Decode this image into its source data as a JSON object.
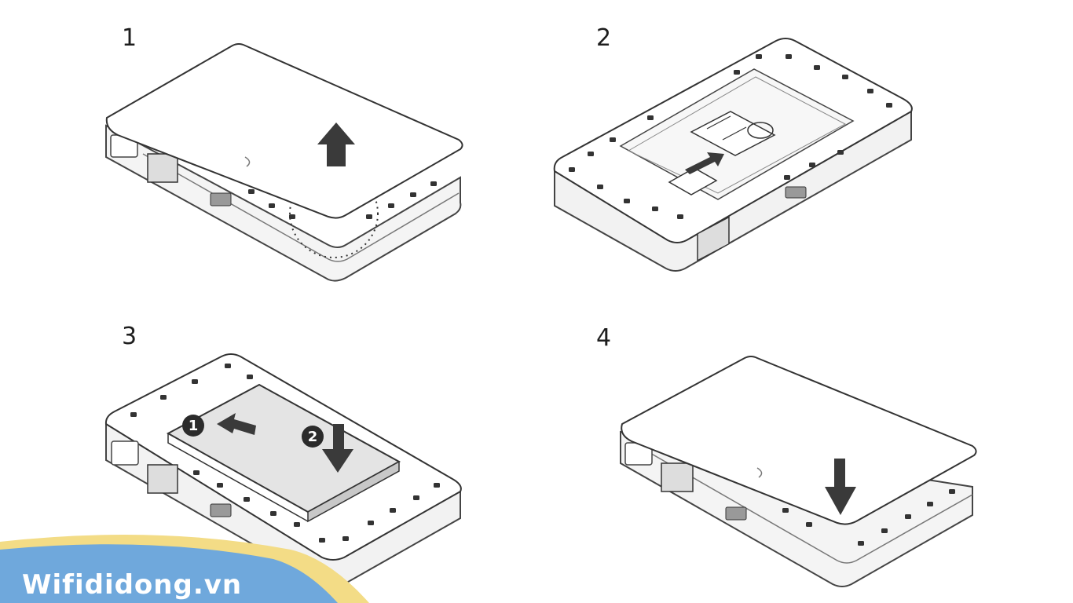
{
  "steps": [
    {
      "number": "1"
    },
    {
      "number": "2"
    },
    {
      "number": "3",
      "markers": [
        "1",
        "2"
      ]
    },
    {
      "number": "4"
    }
  ],
  "brand": {
    "text": "Wifididong.vn",
    "colors": {
      "banner": "#6fa8dc",
      "accent": "#f3dc86",
      "text": "#ffffff"
    }
  },
  "colors": {
    "line": "#444444",
    "body": "#f2f2f2",
    "panel": "#fafafa",
    "arrow": "#3a3a3a"
  }
}
